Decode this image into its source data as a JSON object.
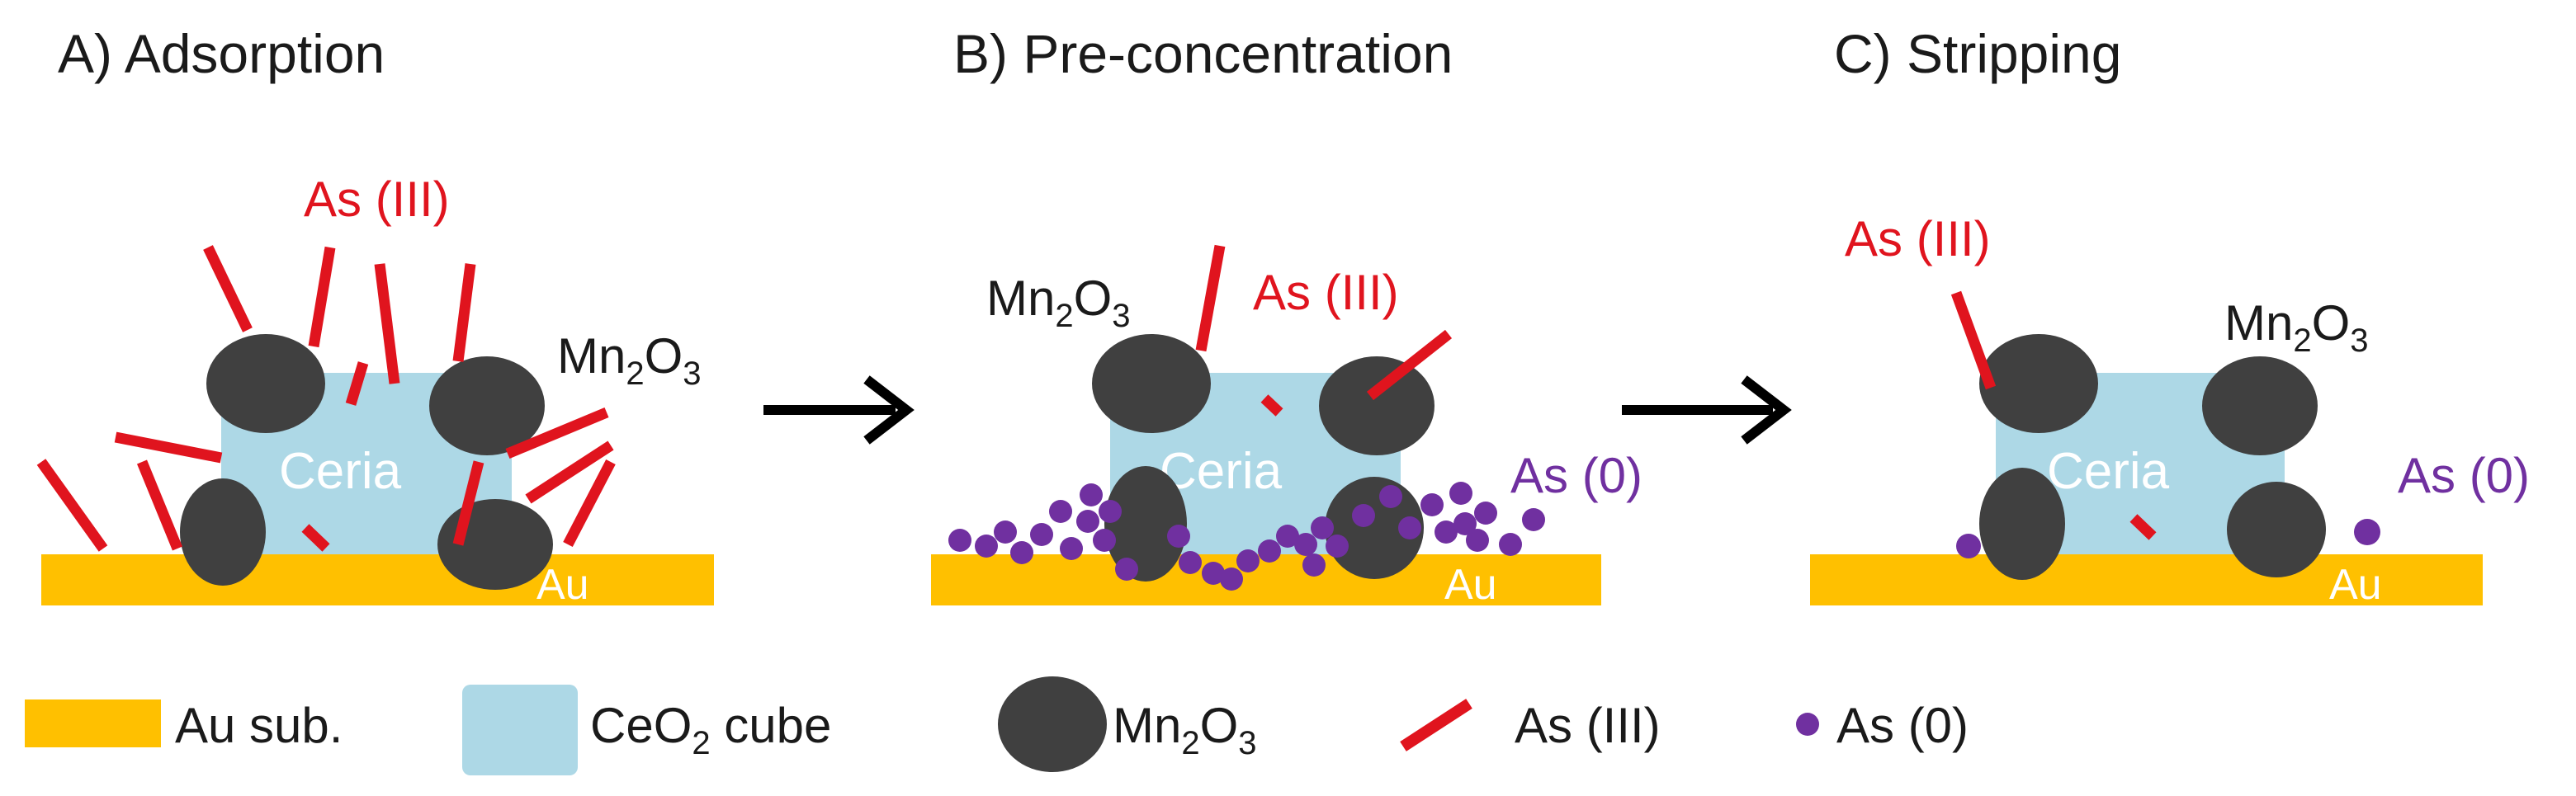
{
  "colors": {
    "gold": "#ffc000",
    "ceria_fill": "#add8e6",
    "mn2o3_fill": "#404040",
    "as_iii": "#e0141e",
    "as_0": "#7030a0",
    "text": "#1a1a1a",
    "arrow": "#000000"
  },
  "panels": [
    {
      "title": "A) Adsorption",
      "ceria_label": "Ceria",
      "au_label": "Au",
      "as_iii_label": "As (III)",
      "mn2o3_label": {
        "base": "Mn",
        "sub1": "2",
        "mid": "O",
        "sub2": "3"
      }
    },
    {
      "title": "B) Pre-concentration",
      "ceria_label": "Ceria",
      "au_label": "Au",
      "as_iii_label": "As (III)",
      "as_0_label": "As (0)",
      "mn2o3_label": {
        "base": "Mn",
        "sub1": "2",
        "mid": "O",
        "sub2": "3"
      }
    },
    {
      "title": "C) Stripping",
      "ceria_label": "Ceria",
      "au_label": "Au",
      "as_iii_label": "As (III)",
      "as_0_label": "As (0)",
      "mn2o3_label": {
        "base": "Mn",
        "sub1": "2",
        "mid": "O",
        "sub2": "3"
      }
    }
  ],
  "legend": {
    "au": "Au sub.",
    "ceo2": {
      "base": "CeO",
      "sub": "2",
      "rest": " cube"
    },
    "mn2o3": {
      "base": "Mn",
      "sub1": "2",
      "mid": "O",
      "sub2": "3"
    },
    "as_iii": "As (III)",
    "as_0": "As (0)"
  }
}
